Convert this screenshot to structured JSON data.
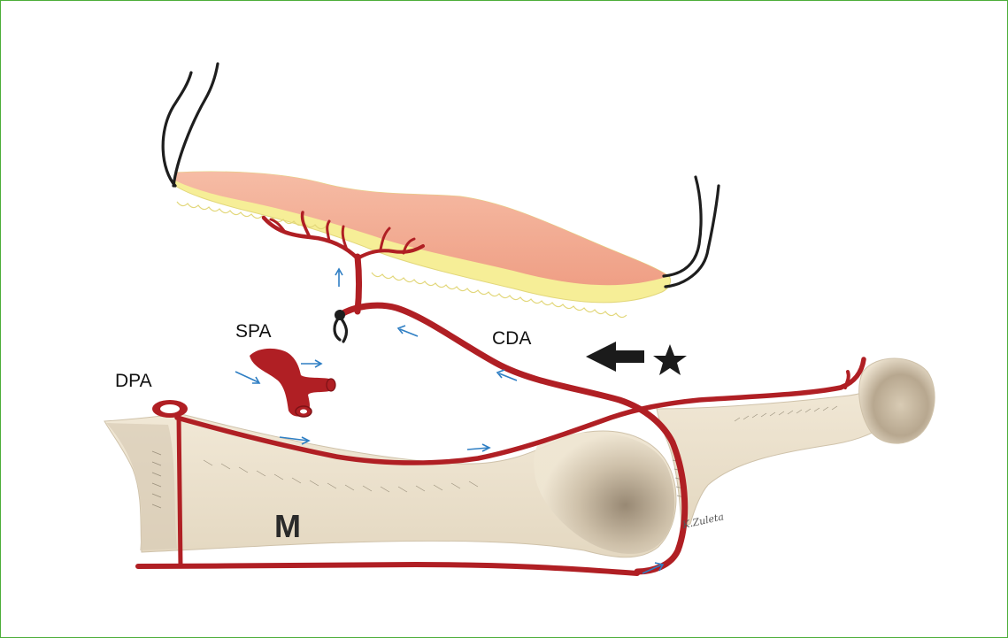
{
  "labels": {
    "dpa": "DPA",
    "spa": "SPA",
    "cda": "CDA",
    "metacarpal": "M",
    "signature": "K.Zuleta"
  },
  "colors": {
    "artery": "#b01f24",
    "bone": "#ece2cf",
    "bone_shadow": "#a99882",
    "skin": "#f2a98f",
    "fat": "#f6ee97",
    "flow_arrow": "#2f7fc4",
    "suture": "#1e1e1e",
    "frame": "#4cae3a"
  },
  "icons": [
    "black-arrow-icon",
    "star-icon",
    "flow-arrow-icon",
    "suture-icon",
    "ligature-icon"
  ]
}
